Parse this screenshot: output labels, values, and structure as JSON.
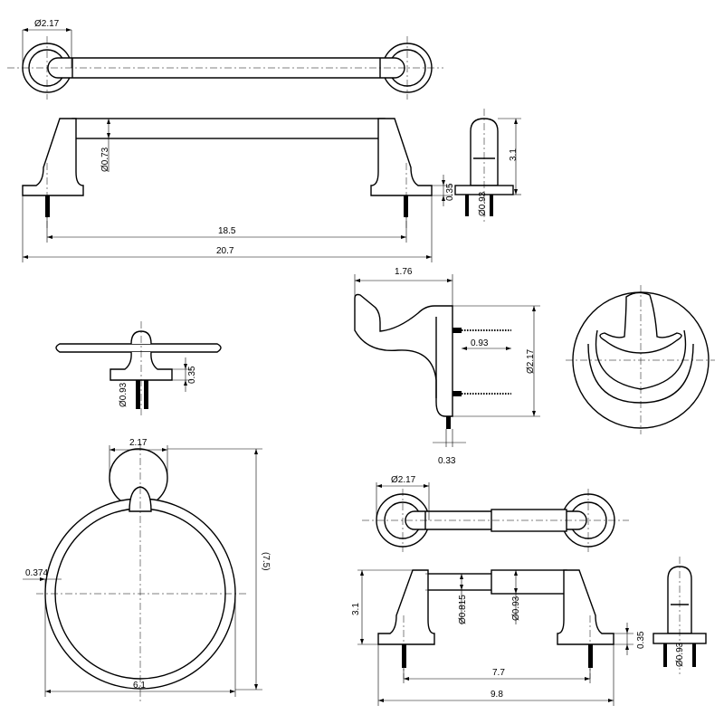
{
  "towel_bar": {
    "rosette_diameter": "Ø2.17",
    "bar_diameter": "Ø0.73",
    "post_length": "0.35",
    "height": "3.1",
    "screw_diameter": "Ø0.93",
    "centers": "18.5",
    "overall_length": "20.7"
  },
  "robe_hook": {
    "depth": "1.76",
    "screw_spacing": "0.93",
    "height": "Ø2.17",
    "post_length": "0.33"
  },
  "hook_top_view": {
    "post_length": "0.35",
    "screw_diameter": "Ø0.93"
  },
  "towel_ring": {
    "rosette_width": "2.17",
    "ring_thickness": "0.374",
    "height": "(7.5)",
    "ring_width": "6.1"
  },
  "paper_holder": {
    "rosette_diameter": "Ø2.17",
    "height": "3.1",
    "rod_diameter": "Ø0.815",
    "sleeve_diameter": "Ø0.93",
    "post_length": "0.35",
    "screw_diameter": "Ø0.93",
    "centers": "7.7",
    "overall_length": "9.8"
  }
}
